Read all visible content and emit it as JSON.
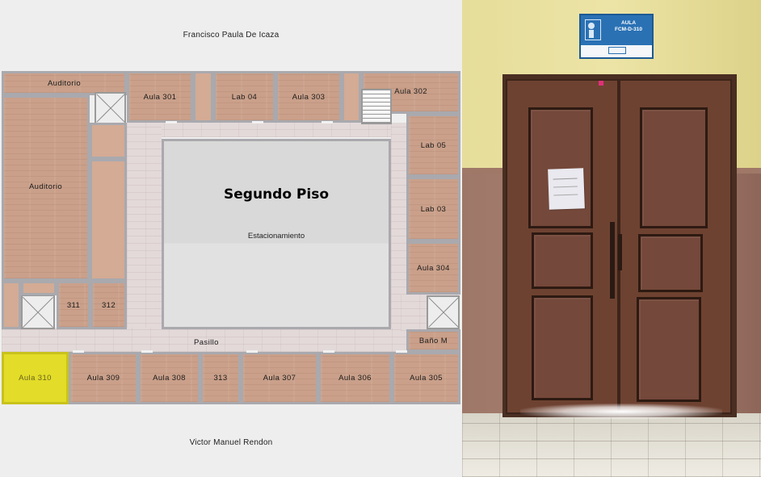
{
  "plan": {
    "street_top": "Francisco Paula De Icaza",
    "street_bottom": "Victor Manuel Rendon",
    "floor_title": "Segundo Piso",
    "parking": "Estacionamiento",
    "corridor": "Pasillo",
    "highlight_color": "#e3dc28",
    "rooms": {
      "auditorio_top": "Auditorio",
      "auditorio_big": "Auditorio",
      "aula301": "Aula 301",
      "lab04": "Lab 04",
      "aula303": "Aula 303",
      "aula302": "Aula 302",
      "lab05": "Lab 05",
      "lab03": "Lab 03",
      "aula304": "Aula 304",
      "bano": "Baño M",
      "r311": "311",
      "r312": "312",
      "aula310": "Aula 310",
      "aula309": "Aula 309",
      "aula308": "Aula 308",
      "r313": "313",
      "aula307": "Aula 307",
      "aula306": "Aula 306",
      "aula305": "Aula 305"
    }
  },
  "photo": {
    "sign_title": "AULA",
    "sign_code": "FCM-D-310",
    "icon_names": [
      "classroom-sign-icon",
      "paper-notice",
      "door-handle"
    ]
  }
}
